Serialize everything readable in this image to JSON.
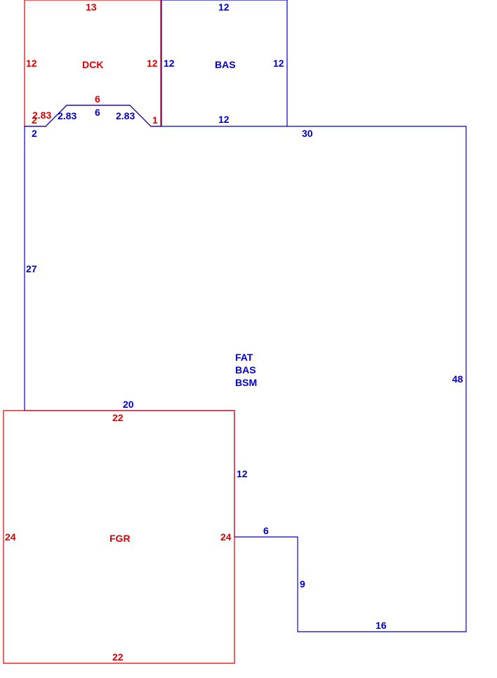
{
  "colors": {
    "blue": "#0000cc",
    "red": "#dd0000",
    "background": "#ffffff"
  },
  "areas": {
    "dck": "DCK",
    "bas_top": "BAS",
    "main_1": "FAT",
    "main_2": "BAS",
    "main_3": "BSM",
    "fgr": "FGR"
  },
  "dimensions": {
    "dck_top": "13",
    "dck_left": "12",
    "dck_right": "12",
    "dck_bay_top": "6",
    "dck_bay_left_diag": "2.83",
    "dck_bay_left_end": "2",
    "dck_bay_right_end": "1",
    "bas_top": "12",
    "bas_left": "12",
    "bas_right": "12",
    "bas_bottom": "12",
    "main_bay_left_end": "2",
    "main_bay_left_diag": "2.83",
    "main_bay_top": "6",
    "main_bay_right_diag": "2.83",
    "main_top": "30",
    "main_left": "27",
    "main_right": "48",
    "main_bottom_left": "20",
    "main_step_vertical": "12",
    "main_step_horizontal": "6",
    "main_notch_vertical": "9",
    "main_bottom_right": "16",
    "fgr_top": "22",
    "fgr_left": "24",
    "fgr_right": "24",
    "fgr_bottom": "22"
  }
}
